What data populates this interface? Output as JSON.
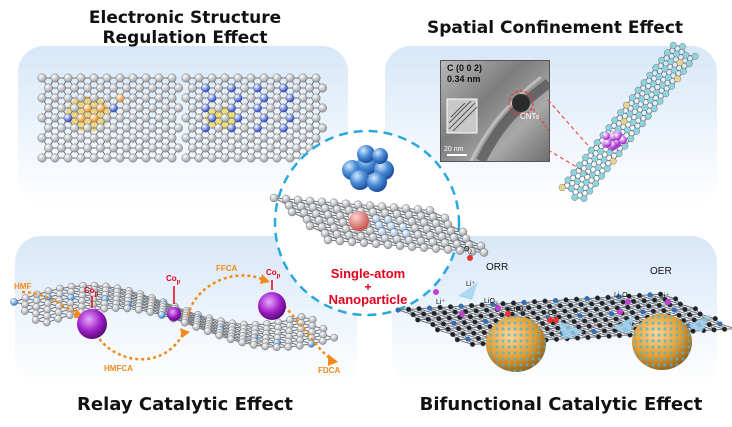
{
  "titles": {
    "electronic_line1": "Electronic Structure",
    "electronic_line2": "Regulation Effect",
    "spatial": "Spatial Confinement Effect",
    "relay": "Relay Catalytic Effect",
    "bifunctional": "Bifunctional Catalytic Effect"
  },
  "center": {
    "line1": "Single-atom",
    "line2": "+",
    "line3": "Nanoparticle"
  },
  "tem": {
    "plane": "C (0 0 2)",
    "spacing": "0.34 nm",
    "cnts": "CNTs",
    "scale": "20 nm"
  },
  "relay_labels": {
    "hmf": "HMF",
    "hmfca": "HMFCA",
    "ffca": "FFCA",
    "fdca": "FDCA",
    "co1": "Co",
    "co2": "Co",
    "co3": "Co",
    "co_sub": "p"
  },
  "bifunctional_labels": {
    "orr": "ORR",
    "oer": "OER",
    "o2a": "O",
    "o2b": "O",
    "li1": "Li⁺",
    "li2": "Li⁺",
    "li3": "Li⁺",
    "lio2": "LiO",
    "li2o2a": "Li₂O₂",
    "li2o2b": "Li₂O₂",
    "o2_sub": "2"
  },
  "colors": {
    "panel_blue": "#d7e7f7",
    "circle_dash": "#29a8df",
    "center_text": "#e3001b",
    "carbon": "#9b9ea3",
    "nitrogen": "#2340c8",
    "metal_orange": "#ee8a1a",
    "cluster_purple": "#a020c8",
    "tube_cyan": "#8ed4df",
    "arrow_orange": "#f28a1c"
  }
}
